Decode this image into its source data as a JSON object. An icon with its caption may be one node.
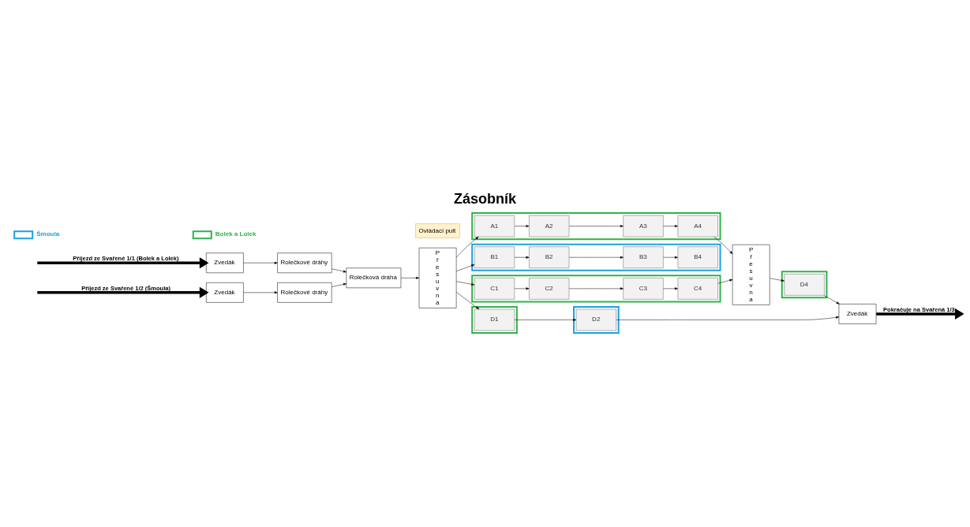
{
  "diagram": {
    "title": "Zásobník",
    "nodes": [
      {
        "text": [
          "Zvedák"
        ]
      },
      {
        "text": [
          "Rolečkové dráhy"
        ]
      },
      {
        "text": [
          "Rolečková dráha"
        ]
      },
      {
        "text": [
          "Rolečkové dráhy"
        ]
      },
      {
        "text": [
          "Zvedák"
        ]
      },
      {
        "text": [
          "Přesuvna"
        ]
      },
      {
        "text": [
          "Ovládací pult"
        ]
      },
      {
        "text": [],
        "shape": "box"
      },
      {
        "text": [
          "A1"
        ],
        "in": 7
      },
      {
        "text": [
          "A2"
        ],
        "in": 7
      },
      {
        "text": [
          "A3"
        ],
        "in": 7
      },
      {
        "text": [
          "A4"
        ],
        "in": 7
      },
      {
        "text": [],
        "shape": "box"
      },
      {
        "text": [
          "B1"
        ],
        "in": 12
      },
      {
        "text": [
          "B2"
        ],
        "in": 12
      },
      {
        "text": [
          "B3"
        ],
        "in": 12
      },
      {
        "text": [
          "B4"
        ],
        "in": 12
      },
      {
        "text": [],
        "shape": "box"
      },
      {
        "text": [
          "C1"
        ],
        "in": 17
      },
      {
        "text": [
          "C2"
        ],
        "in": 17
      },
      {
        "text": [
          "C3"
        ],
        "in": 17
      },
      {
        "text": [
          "C4"
        ],
        "in": 17
      },
      {
        "text": [],
        "shape": "box"
      },
      {
        "text": [
          "D1"
        ],
        "in": 22
      },
      {
        "text": [],
        "shape": "box"
      },
      {
        "text": [
          "D2"
        ],
        "in": 24
      },
      {
        "text": [
          "Zvedák"
        ]
      },
      {
        "text": [],
        "shape": "box"
      },
      {
        "text": [
          "D4"
        ],
        "in": 27
      },
      {
        "text": [
          "Přesuvna"
        ]
      }
    ],
    "edges": [
      {
        "from": null,
        "to": 0,
        "arrow": "to",
        "style": "thick",
        "label": "Příjezd ze Svařené 1/2 (Šmoula)"
      },
      {
        "from": 0,
        "to": 1,
        "arrow": "to"
      },
      {
        "from": 1,
        "to": 2,
        "arrow": "to"
      },
      {
        "from": 4,
        "to": 3,
        "arrow": "to"
      },
      {
        "from": 3,
        "to": 2,
        "arrow": "to"
      },
      {
        "from": 2,
        "to": 5,
        "arrow": "to"
      },
      {
        "from": 5,
        "to": 8,
        "arrow": "to"
      },
      {
        "from": 5,
        "to": 13,
        "arrow": "to"
      },
      {
        "from": 5,
        "to": 18,
        "arrow": "to"
      },
      {
        "from": 5,
        "to": 23,
        "arrow": "to"
      },
      {
        "from": 8,
        "to": 9,
        "arrow": "to"
      },
      {
        "from": 9,
        "to": 10,
        "arrow": "to"
      },
      {
        "from": 10,
        "to": 11,
        "arrow": "to"
      },
      {
        "from": 13,
        "to": 14,
        "arrow": "to"
      },
      {
        "from": 14,
        "to": 15,
        "arrow": "to"
      },
      {
        "from": 15,
        "to": 16,
        "arrow": "to"
      },
      {
        "from": 18,
        "to": 19,
        "arrow": "to"
      },
      {
        "from": 19,
        "to": 20,
        "arrow": "to"
      },
      {
        "from": 20,
        "to": 21,
        "arrow": "to"
      },
      {
        "from": 11,
        "to": 29,
        "arrow": "to"
      },
      {
        "from": 21,
        "to": 29,
        "arrow": "to"
      },
      {
        "from": 29,
        "to": 28,
        "arrow": "to"
      },
      {
        "from": 28,
        "to": 26,
        "arrow": "to"
      },
      {
        "from": 23,
        "to": 25,
        "arrow": "to"
      },
      {
        "from": 25,
        "to": 26,
        "arrow": "to"
      },
      {
        "from": null,
        "to": 4,
        "arrow": "to",
        "style": "thick",
        "label": "Příjezd ze Svařené 1/1 (Bolek a Lolek)"
      },
      {
        "from": 26,
        "to": null,
        "arrow": "to",
        "style": "thick",
        "label": "Pokračuje na Svařená 1/3"
      }
    ],
    "legend": [
      {
        "text": "Šmoula",
        "color": "#1ba1e2"
      },
      {
        "text": "Bolek a Lolek",
        "color": "#2db34a"
      }
    ]
  }
}
